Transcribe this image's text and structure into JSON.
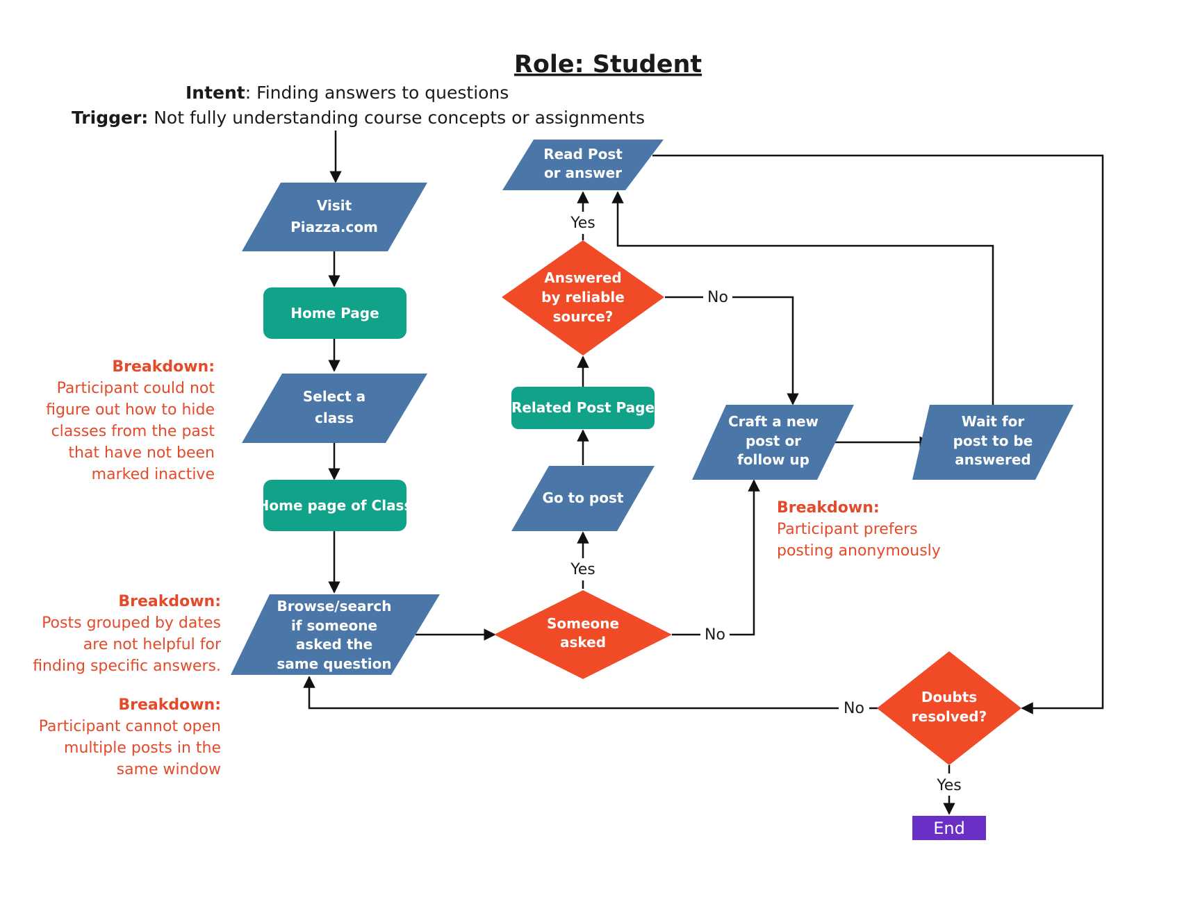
{
  "title": "Role: Student",
  "intent": {
    "label": "Intent",
    "text": ": Finding answers to questions"
  },
  "trigger": {
    "label": "Trigger:",
    "text": " Not fully understanding course concepts or assignments"
  },
  "colors": {
    "io": "#4a77a8",
    "page": "#10a389",
    "decision": "#f04a27",
    "end": "#6a2fc4",
    "breakdown": "#e44a2a"
  },
  "nodes": {
    "visit": [
      "Visit",
      "Piazza.com"
    ],
    "home_page": [
      "Home Page"
    ],
    "select_class": [
      "Select a",
      "class"
    ],
    "home_class": [
      "Home page of Class"
    ],
    "browse": [
      "Browse/search",
      "if someone",
      "asked the",
      "same question"
    ],
    "someone_asked": [
      "Someone",
      "asked"
    ],
    "go_to_post": [
      "Go to post"
    ],
    "related_page": [
      "Related Post Page"
    ],
    "answered": [
      "Answered",
      "by reliable",
      "source?"
    ],
    "read_post": [
      "Read Post",
      "or answer"
    ],
    "craft": [
      "Craft a new",
      "post or",
      "follow up"
    ],
    "wait": [
      "Wait for",
      "post to be",
      "answered"
    ],
    "doubts": [
      "Doubts",
      "resolved?"
    ],
    "end": [
      "End"
    ]
  },
  "edge_labels": {
    "yes_read": "Yes",
    "no_answered": "No",
    "yes_goto": "Yes",
    "no_someone": "No",
    "no_doubts": "No",
    "yes_end": "Yes"
  },
  "breakdowns": [
    {
      "heading": "Breakdown:",
      "lines": [
        "Participant could not",
        "figure out how to hide",
        "classes from the past",
        "that have not been",
        "marked inactive"
      ]
    },
    {
      "heading": "Breakdown:",
      "lines": [
        "Posts grouped by dates",
        "are not helpful for",
        "finding specific answers."
      ]
    },
    {
      "heading": "Breakdown:",
      "lines": [
        "Participant cannot open",
        "multiple posts in the",
        "same window"
      ]
    },
    {
      "heading": "Breakdown:",
      "lines": [
        "Participant prefers",
        "posting anonymously"
      ]
    }
  ]
}
